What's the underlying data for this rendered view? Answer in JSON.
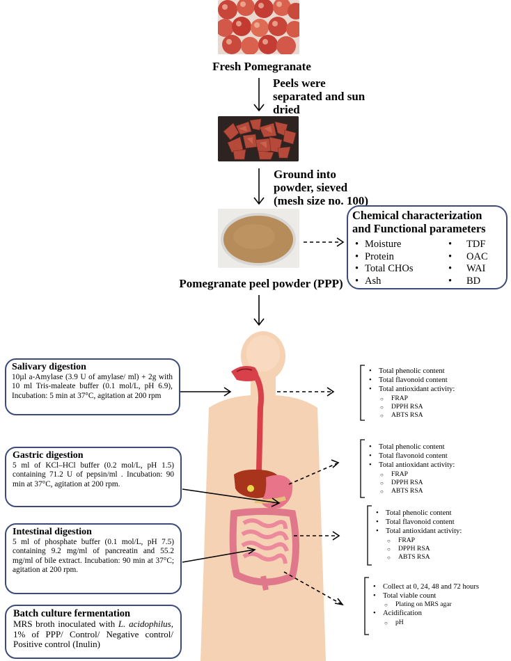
{
  "top": {
    "fresh_label": "Fresh Pomegranate",
    "step1": [
      "Peels were",
      "separated and sun",
      "dried"
    ],
    "step2": [
      "Ground into",
      "powder, sieved",
      "(mesh size no. 100)"
    ],
    "ppp_label": "Pomegranate peel powder (PPP)"
  },
  "params": {
    "title": [
      "Chemical characterization",
      "and Functional parameters"
    ],
    "left": [
      "Moisture",
      "Protein",
      "Total CHOs",
      "Ash"
    ],
    "right": [
      "TDF",
      "OAC",
      "WAI",
      "BD"
    ]
  },
  "digestion": {
    "salivary": {
      "title": "Salivary digestion",
      "text": "10µl a-Amylase (3.9 U of amylase/ ml) + 2g with 10 ml Tris-maleate buffer (0.1 mol/L, pH 6.9), Incubation: 5 min at 37°C, agitation at 200 rpm"
    },
    "gastric": {
      "title": "Gastric digestion",
      "text": "5 ml of KCl–HCl buffer (0.2 mol/L, pH 1.5) containing 71.2 U of pepsin/ml . Incubation: 90 min at 37°C, agitation at 200 rpm."
    },
    "intestinal": {
      "title": "Intestinal digestion",
      "text": "5 ml of phosphate buffer (0.1 mol/L, pH 7.5) containing 9.2 mg/ml of pancreatin and 55.2 mg/ml of bile extract. Incubation: 90 min at 37°C; agitation at 200 rpm."
    },
    "batch": {
      "title": "Batch culture fermentation",
      "text_a": "MRS broth inoculated with ",
      "text_italic": "L. acidophilus,",
      "text_b": " 1% of PPP/ Control/ Negative control/ Positive control (Inulin)"
    }
  },
  "results": {
    "antioxidant": {
      "items": [
        "Total phenolic content",
        "Total flavonoid content",
        "Total antioxidant activity:"
      ],
      "sub": [
        "FRAP",
        "DPPH RSA",
        "ABTS RSA"
      ]
    },
    "fermentation": {
      "items": [
        "Collect at 0, 24, 48 and 72 hours",
        "Total viable count"
      ],
      "sub1": [
        "Plating on MRS agar"
      ],
      "item3": "Acidification",
      "sub2": [
        "pH"
      ]
    }
  },
  "colors": {
    "box_border": "#3b4a7a",
    "skin": "#f6d2b4",
    "esophagus": "#d8404a",
    "liver": "#a8341c",
    "stomach": "#e8748a",
    "intestine": "#ec8a9c"
  }
}
